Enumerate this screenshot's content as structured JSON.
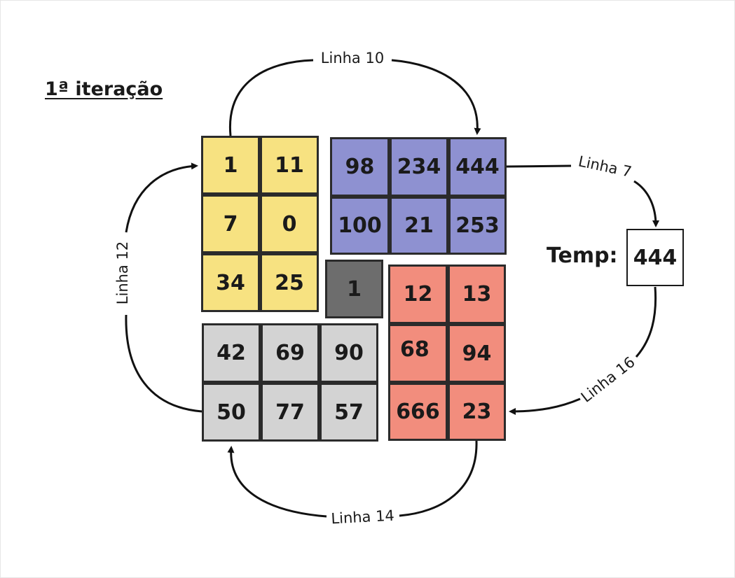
{
  "title": "1ª iteração",
  "yellow": [
    "1",
    "11",
    "7",
    "0",
    "34",
    "25"
  ],
  "blue": [
    "98",
    "234",
    "444",
    "100",
    "21",
    "253"
  ],
  "red": [
    "12",
    "13",
    "68",
    "94",
    "666",
    "23"
  ],
  "gray": [
    "42",
    "69",
    "90",
    "50",
    "77",
    "57"
  ],
  "single": "1",
  "temp": {
    "label": "Temp:",
    "value": "444"
  },
  "arrows": {
    "top": "Linha 10",
    "right": "Linha 7",
    "bottom_right": "Linha 16",
    "bottom": "Linha 14",
    "left": "Linha 12"
  },
  "colors": {
    "yellow": "#f7e281",
    "blue": "#8e91d1",
    "red": "#f28d7d",
    "gray": "#d3d3d3",
    "dark": "#6d6d6d"
  }
}
